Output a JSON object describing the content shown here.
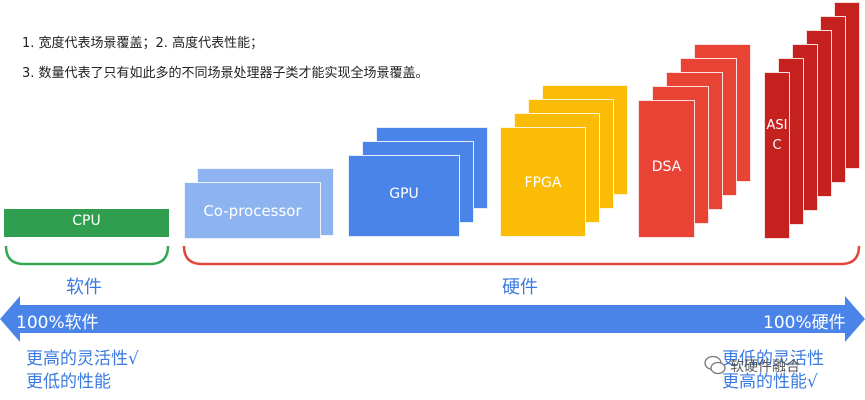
{
  "notes": {
    "line1": "1. 宽度代表场景覆盖；2. 高度代表性能；",
    "line2": "3. 数量代表了只有如此多的不同场景处理器子类才能实现全场景覆盖。"
  },
  "processors": {
    "cpu": "CPU",
    "coprocessor": "Co-processor",
    "gpu": "GPU",
    "fpga": "FPGA",
    "dsa": "DSA",
    "asic": "ASIC"
  },
  "categories": {
    "software": "软件",
    "hardware": "硬件"
  },
  "arrow": {
    "left_label": "100%软件",
    "right_label": "100%硬件"
  },
  "left_desc": {
    "line1": "更高的灵活性√",
    "line2": "更低的性能"
  },
  "right_desc": {
    "line1": "更低的灵活性",
    "line2": "更高的性能√"
  },
  "watermark": "软硬件融合",
  "colors": {
    "cpu": "#2f9e4f",
    "coprocessor": "#8db4f1",
    "gpu": "#4a84e9",
    "fpga": "#fbbc05",
    "dsa": "#e94335",
    "asic": "#c5221f",
    "arrow": "#4a84e9",
    "bracket_green": "#34a853",
    "bracket_red": "#e0483c"
  }
}
